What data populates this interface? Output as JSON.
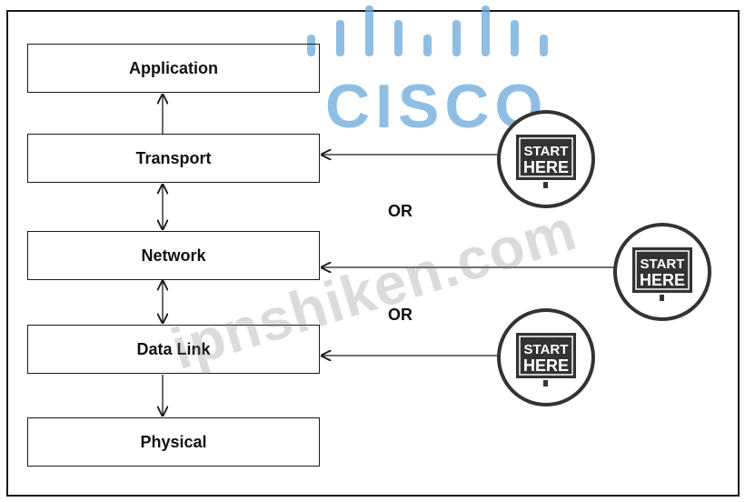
{
  "layers": [
    {
      "name": "application",
      "label": "Application"
    },
    {
      "name": "transport",
      "label": "Transport"
    },
    {
      "name": "network",
      "label": "Network"
    },
    {
      "name": "data-link",
      "label": "Data Link"
    },
    {
      "name": "physical",
      "label": "Physical"
    }
  ],
  "or_labels": [
    "OR",
    "OR"
  ],
  "start_sign": {
    "line1": "START",
    "line2": "HERE"
  },
  "logo": {
    "word": "CISCO"
  },
  "watermark": "ipnshiken.com",
  "colors": {
    "stroke": "#1a1a1a",
    "logo_blue": "#6aa9d9",
    "sign_dark": "#333333"
  }
}
